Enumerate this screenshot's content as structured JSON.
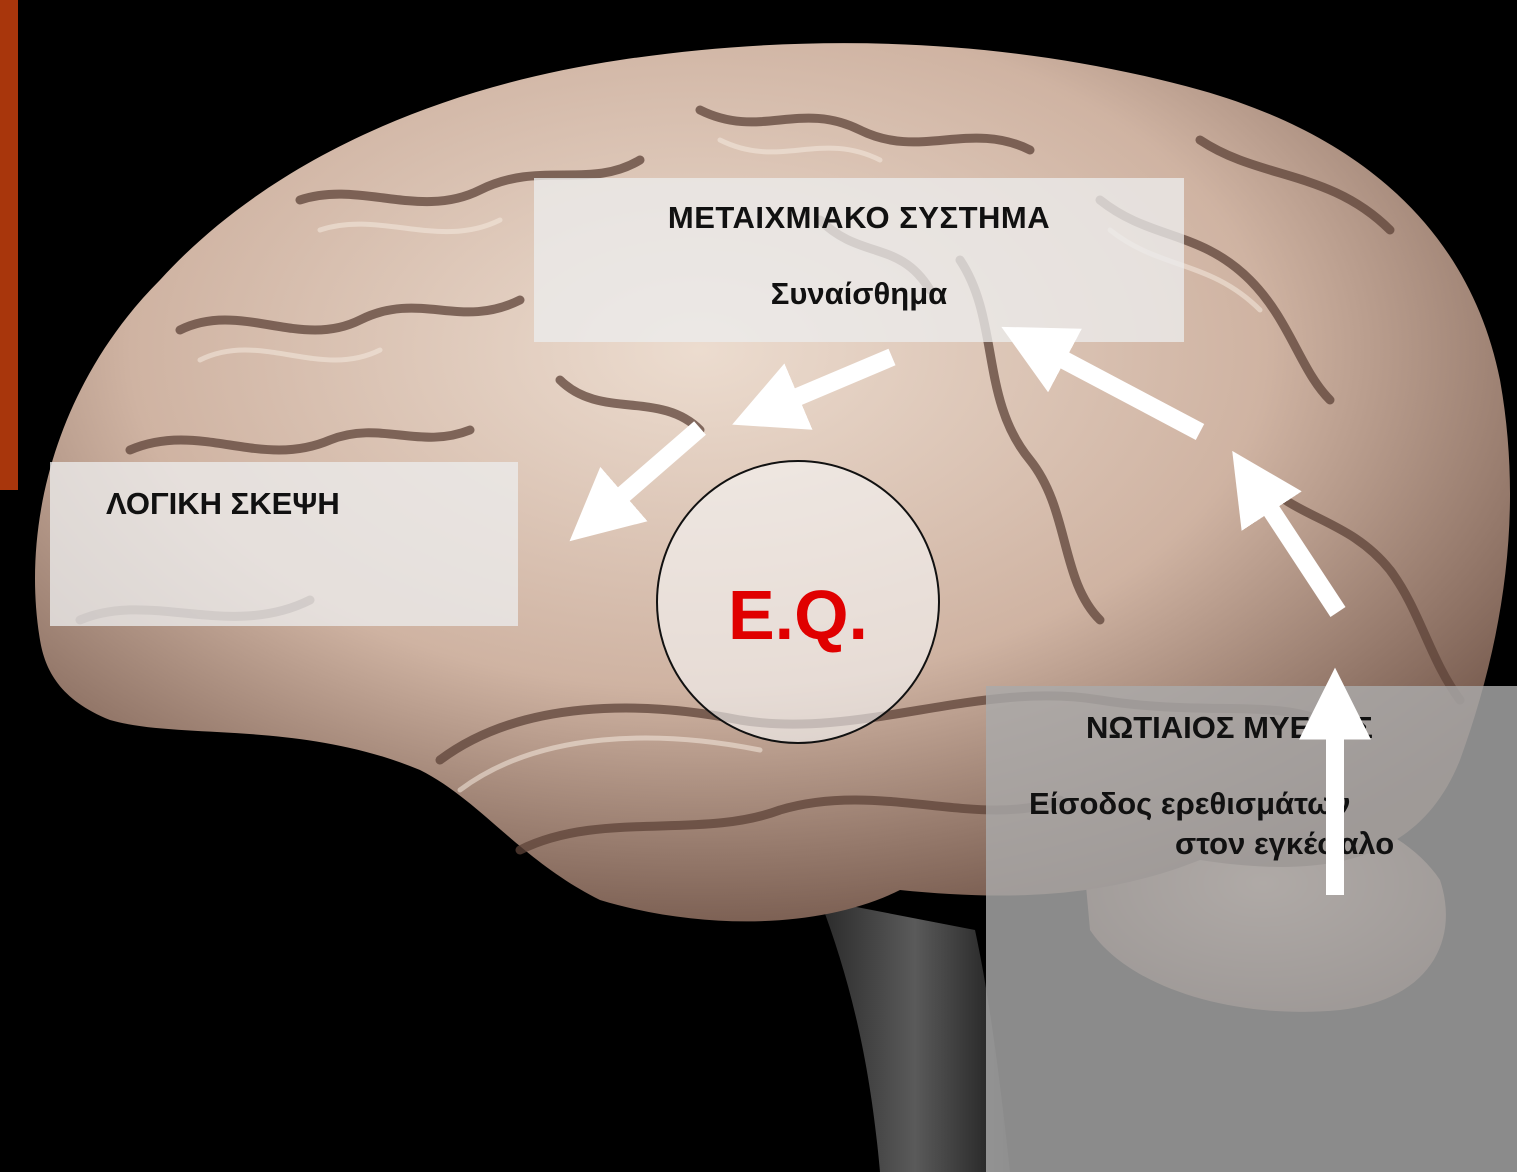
{
  "colors": {
    "background": "#000000",
    "brain_base": "#cfb3a2",
    "brain_shadow": "#6e5246",
    "accent_strip": "#a8360c",
    "eq_text": "#e00000",
    "arrow": "#ffffff"
  },
  "limbic_box": {
    "title": "ΜΕΤΑΙΧΜΙΑΚΟ ΣΥΣΤΗΜΑ",
    "subtitle": "Συναίσθημα"
  },
  "logic_box": {
    "title": "ΛΟΓΙΚΗ ΣΚΕΨΗ"
  },
  "spinal_box": {
    "title": "ΝΩΤΙΑΙΟΣ ΜΥΕΛΟΣ",
    "line1": "Είσοδος ερεθισμάτων",
    "line2": "στον εγκέφαλο"
  },
  "eq_circle": {
    "label": "E.Q."
  },
  "arrows": [
    {
      "from": "spinal-cord",
      "to": "occipital"
    },
    {
      "from": "occipital",
      "to": "parietal"
    },
    {
      "from": "parietal",
      "to": "limbic-system"
    },
    {
      "from": "limbic-system",
      "to": "eq"
    },
    {
      "from": "eq",
      "to": "logical-thinking"
    }
  ]
}
